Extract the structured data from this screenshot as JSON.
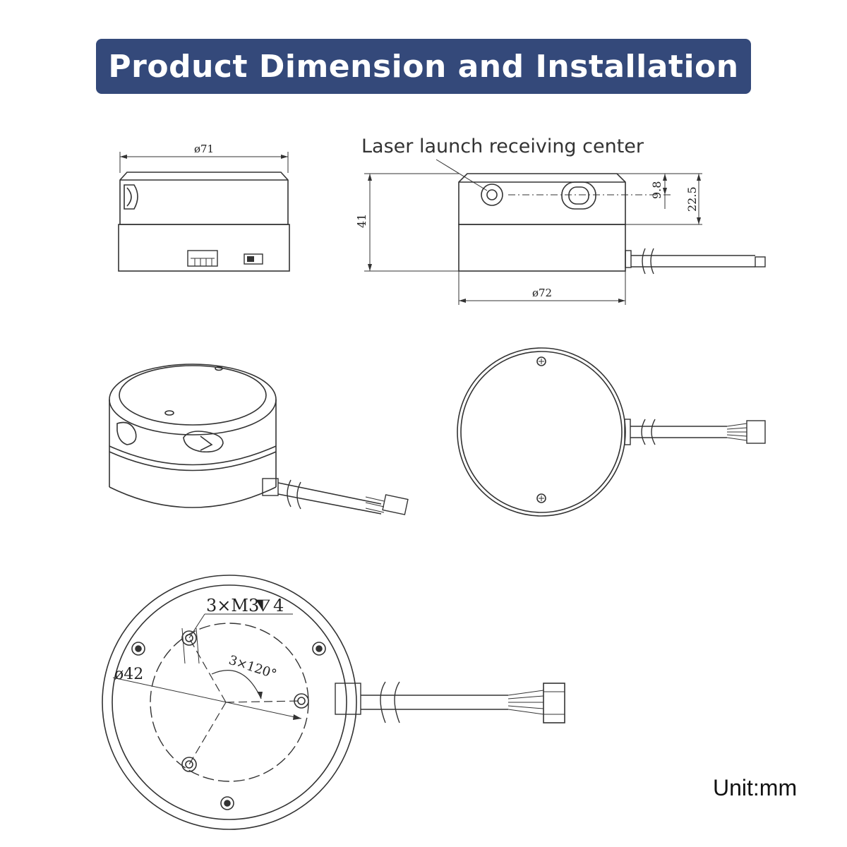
{
  "header": {
    "title": "Product Dimension and Installation",
    "bg_color": "#34497a",
    "text_color": "#ffffff"
  },
  "front_view": {
    "diameter_label": "ø71"
  },
  "side_view": {
    "callout_label": "Laser launch receiving center",
    "height_label": "41",
    "center_height_label": "9.8",
    "upper_height_label": "22.5",
    "diameter_label": "ø72"
  },
  "bottom_view": {
    "screw_label": "3×M3",
    "screw_depth": "4",
    "angle_label": "3×120°",
    "pitch_diameter_label": "ø42"
  },
  "footer": {
    "unit_label": "Unit:mm"
  },
  "colors": {
    "line": "#333333"
  }
}
